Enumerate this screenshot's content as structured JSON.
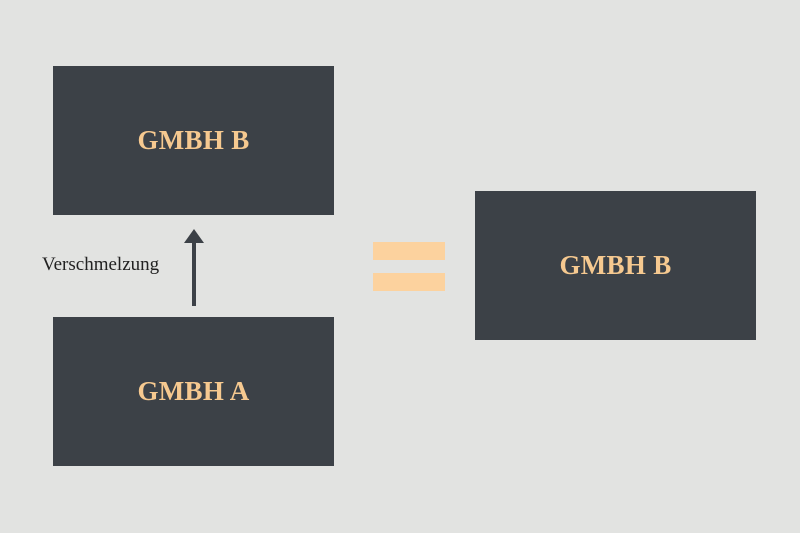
{
  "boxes": {
    "top": "GMBH B",
    "bottom": "GMBH A",
    "result": "GMBH B"
  },
  "arrow_label": "Verschmelzung",
  "colors": {
    "background": "#e2e3e1",
    "box": "#3c4147",
    "box_text": "#f6c990",
    "equals": "#fcd29e"
  }
}
